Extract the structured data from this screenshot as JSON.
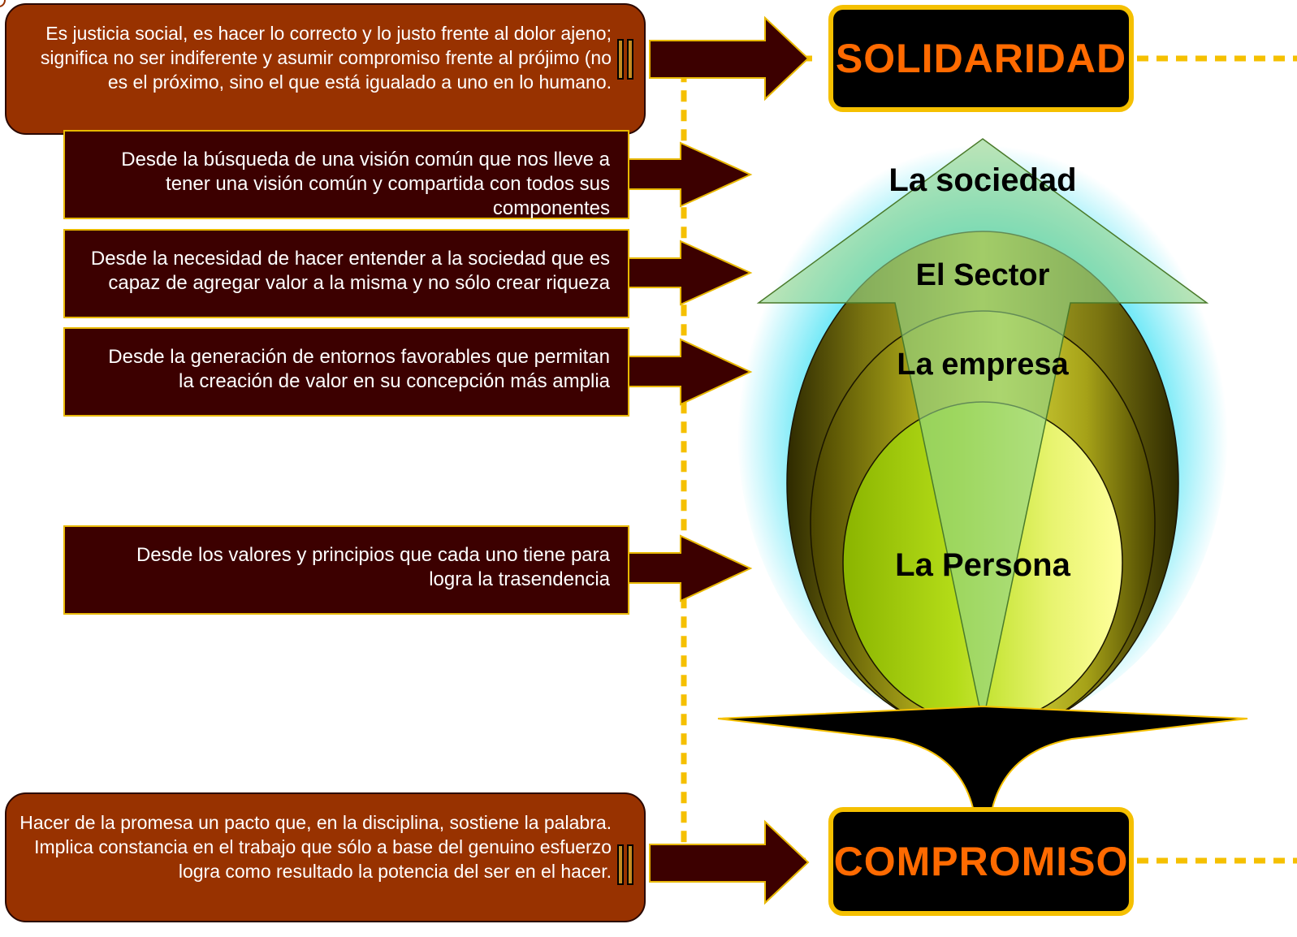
{
  "definitions": {
    "solidaridad": "Es justicia social, es hacer lo correcto y lo justo frente al dolor ajeno; significa no ser indiferente y asumir compromiso frente al prójimo (no es el próximo, sino el que está igualado a uno en  lo humano.",
    "compromiso": "Hacer de la promesa un pacto que, en la disciplina, sostiene la palabra. Implica constancia en el trabajo que sólo a base del genuino esfuerzo logra como resultado la potencia del ser en el hacer."
  },
  "items": [
    "Desde la búsqueda de una visión común que nos lleve a tener una visión común y compartida con todos sus componentes",
    "Desde la necesidad de hacer entender a la sociedad que es capaz de agregar valor  a la misma y no sólo crear riqueza",
    "Desde la generación de entornos favorables que permitan la creación de valor en su concepción más amplia",
    "Desde los valores y principios que cada uno tiene para logra la trasendencia"
  ],
  "pills": {
    "top": "SOLIDARIDAD",
    "bottom": "COMPROMISO"
  },
  "egg_layers": [
    "La sociedad",
    "El Sector",
    "La empresa",
    "La Persona"
  ],
  "colors": {
    "definition_box": "#983200",
    "item_box": "#3c0000",
    "item_border": "#e8b800",
    "pill_text": "#ff6a00",
    "pill_border": "#f5c000",
    "dashed_connector": "#f5c000",
    "outer_glow": "#30d8f0",
    "arrow_overlay": "#8fd48a"
  }
}
